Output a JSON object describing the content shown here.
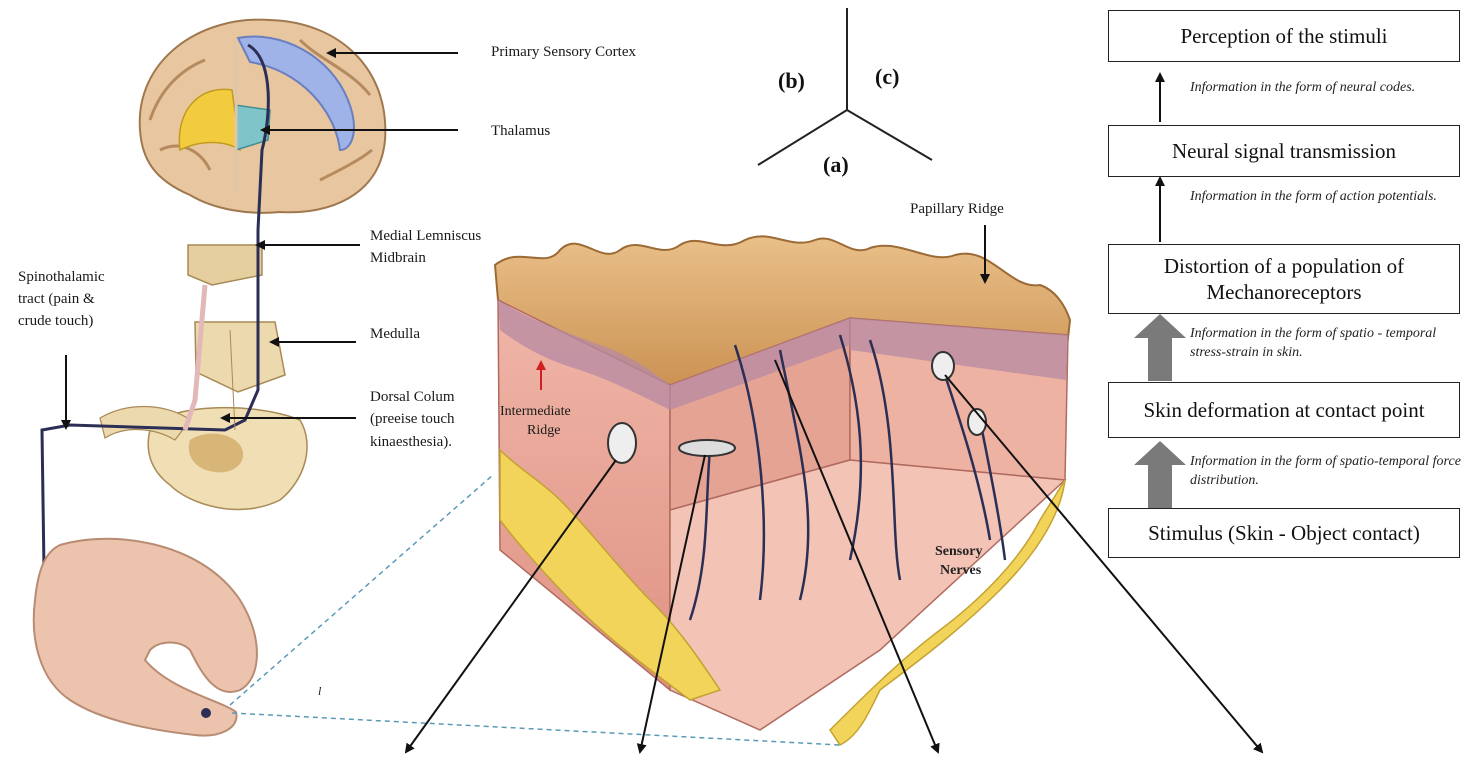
{
  "panel_labels": {
    "a": "(a)",
    "b": "(b)",
    "c": "(c)"
  },
  "brain_labels": {
    "primary_cortex": "Primary Sensory Cortex",
    "thalamus": "Thalamus",
    "medial_lemniscus": "Medial Lemniscus",
    "midbrain": "Midbrain",
    "medulla": "Medulla",
    "dorsal_colum": "Dorsal Colum",
    "precise_touch": "(preeise touch",
    "kinaesthesia": "kinaesthesia).",
    "spinothalamic_1": "Spinothalamic",
    "spinothalamic_2": "tract (pain &",
    "spinothalamic_3": "crude touch)"
  },
  "skin_labels": {
    "papillary": "Papillary  Ridge",
    "intermediate_1": "Intermediate",
    "intermediate_2": "Ridge",
    "sensory_1": "Sensory",
    "sensory_2": "Nerves",
    "scale_mark": "l"
  },
  "flowchart": {
    "boxes": [
      "Perception of the stimuli",
      "Neural signal transmission",
      "Distortion of a population of Mechanoreceptors",
      "Skin deformation at contact point",
      "Stimulus (Skin - Object contact)"
    ],
    "notes": [
      "Information in the form of neural codes.",
      "Information in the form of action potentials.",
      "Information in the form of spatio - temporal stress-strain in skin.",
      "Information in the form of spatio-temporal force distribution."
    ]
  },
  "colors": {
    "arrow": "#111111",
    "thick_arrow": "#7a7a7a",
    "skin_top": "#d9a869",
    "dermis": "#e8a79a",
    "fat": "#f2d45a",
    "nerve": "#2b2e55",
    "cortex": "#9fb3e8",
    "red_arrow": "#d02020"
  }
}
